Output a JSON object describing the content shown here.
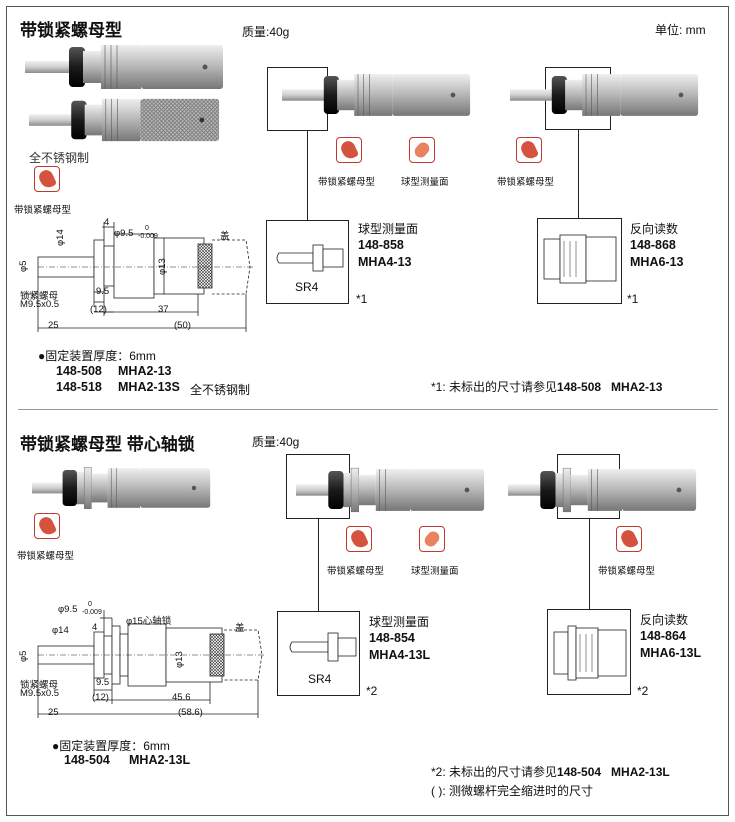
{
  "top": {
    "title": "带锁紧螺母型",
    "mass": "质量:40g",
    "unit": "单位: mm",
    "material": "全不锈钢制",
    "badge_lock_nut": "带锁紧螺母型",
    "badge_spherical": "球型测量面",
    "dims": {
      "d14": "φ14",
      "d5": "φ5",
      "d13": "φ13",
      "d95": "φ9.5",
      "tol_up": "0",
      "tol_down": "-0.009",
      "n4": "4",
      "n95": "9.5",
      "n12": "(12)",
      "n25": "25",
      "n37": "37",
      "n50": "(50)",
      "cap": "盖",
      "locknut": "锁紧螺母",
      "thread": "M9.5x0.5"
    },
    "fix_thickness": "●固定装置厚度：6mm",
    "models": [
      {
        "code": "148-508",
        "name": "MHA2-13",
        "note": ""
      },
      {
        "code": "148-518",
        "name": "MHA2-13S",
        "note": "全不锈钢制"
      }
    ],
    "variant_a": {
      "title": "球型测量面",
      "code": "148-858",
      "name": "MHA4-13",
      "sr": "SR4",
      "mark": "*1"
    },
    "variant_b": {
      "title": "反向读数",
      "code": "148-868",
      "name": "MHA6-13",
      "mark": "*1"
    },
    "footnote_prefix": "*1: 未标出的尺寸请参见",
    "footnote_ref": "148-508   MHA2-13"
  },
  "bottom": {
    "title": "带锁紧螺母型 带心轴锁",
    "mass": "质量:40g",
    "badge_lock_nut": "带锁紧螺母型",
    "badge_spherical": "球型测量面",
    "dims": {
      "d95": "φ9.5",
      "tol_up": "0",
      "tol_down": "-0.009",
      "d15": "φ15心轴锁",
      "d14": "φ14",
      "n4": "4",
      "d5": "φ5",
      "d13": "φ13",
      "n95": "9.5",
      "n12": "(12)",
      "n25": "25",
      "n456": "45.6",
      "n586": "(58.6)",
      "cap": "盖",
      "locknut": "锁紧螺母",
      "thread": "M9.5x0.5"
    },
    "fix_thickness": "●固定装置厚度：6mm",
    "models": [
      {
        "code": "148-504",
        "name": "MHA2-13L"
      }
    ],
    "variant_a": {
      "title": "球型测量面",
      "code": "148-854",
      "name": "MHA4-13L",
      "sr": "SR4",
      "mark": "*2"
    },
    "variant_b": {
      "title": "反向读数",
      "code": "148-864",
      "name": "MHA6-13L",
      "mark": "*2"
    },
    "footnote_prefix": "*2: 未标出的尺寸请参见",
    "footnote_ref": "148-504   MHA2-13L",
    "footnote2": "( ): 测微螺杆完全缩进时的尺寸"
  }
}
